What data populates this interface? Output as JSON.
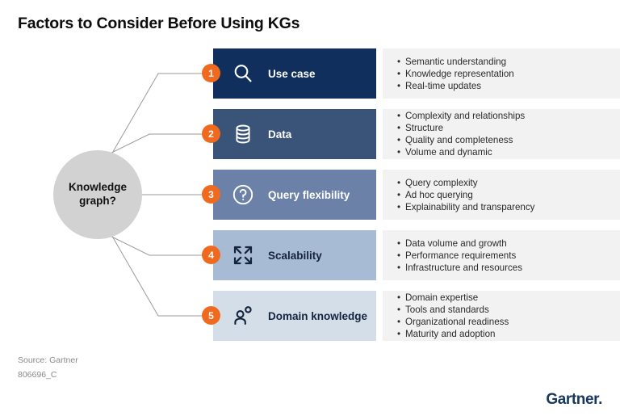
{
  "title": "Factors to Consider Before Using KGs",
  "center_node": {
    "line1": "Knowledge",
    "line2": "graph?"
  },
  "colors": {
    "badge_orange": "#ef6a1e",
    "band_1": "#102f5c",
    "band_2": "#3a5378",
    "band_3": "#6b81a8",
    "band_4": "#a8bbd4",
    "band_5": "#d3dee8",
    "bullet_panel": "#f2f2f3",
    "circle_gray": "#d2d2d2",
    "logo_navy": "#17375e"
  },
  "rows": [
    {
      "number": "1",
      "label": "Use case",
      "icon": "magnifier-icon",
      "band_color": "#102f5c",
      "text_color": "#ffffff",
      "bullets": [
        "Semantic understanding",
        "Knowledge representation",
        "Real-time updates"
      ]
    },
    {
      "number": "2",
      "label": "Data",
      "icon": "database-icon",
      "band_color": "#3a5378",
      "text_color": "#ffffff",
      "bullets": [
        "Complexity and relationships",
        "Structure",
        "Quality and completeness",
        "Volume and dynamic"
      ]
    },
    {
      "number": "3",
      "label": "Query flexibility",
      "icon": "question-circle-icon",
      "band_color": "#6b81a8",
      "text_color": "#ffffff",
      "bullets": [
        "Query complexity",
        "Ad hoc querying",
        "Explainability and transparency"
      ]
    },
    {
      "number": "4",
      "label": "Scalability",
      "icon": "expand-arrows-icon",
      "band_color": "#a8bbd4",
      "text_color": "#14243d",
      "bullets": [
        "Data volume and growth",
        "Performance requirements",
        "Infrastructure and resources"
      ]
    },
    {
      "number": "5",
      "label": "Domain knowledge",
      "icon": "person-expertise-icon",
      "band_color": "#d3dee8",
      "text_color": "#14243d",
      "bullets": [
        "Domain expertise",
        "Tools and standards",
        "Organizational readiness",
        "Maturity and adoption"
      ]
    }
  ],
  "footer": {
    "source": "Source: Gartner",
    "code": "806696_C",
    "logo": "Gartner"
  }
}
